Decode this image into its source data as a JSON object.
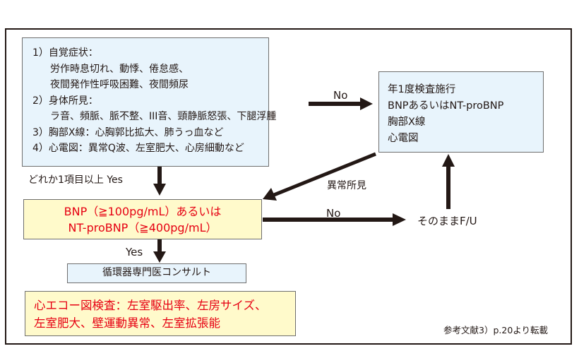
{
  "diagram": {
    "symptoms_box": {
      "lines": [
        {
          "text": "1）自覚症状：",
          "indent": false
        },
        {
          "text": "労作時息切れ、動悸、倦怠感、",
          "indent": true
        },
        {
          "text": "夜間発作性呼吸困難、夜間頻尿",
          "indent": true
        },
        {
          "text": "2）身体所見：",
          "indent": false
        },
        {
          "text": "ラ音、頻脈、脈不整、III音、頸静脈怒張、下腿浮腫",
          "indent": true
        },
        {
          "text": "3）胸部X線：心胸郭比拡大、肺うっ血など",
          "indent": false
        },
        {
          "text": "4）心電図：異常Q波、左室肥大、心房細動など",
          "indent": false
        }
      ]
    },
    "annual_box": {
      "lines": [
        "年1度検査施行",
        "BNPあるいはNT-proBNP",
        "胸部X線",
        "心電図"
      ]
    },
    "bnp_box": {
      "lines": [
        "BNP（≧100pg/mL）あるいは",
        "NT-proBNP（≧400pg/mL）"
      ]
    },
    "consult_box": {
      "text": "循環器専門医コンサルト"
    },
    "echo_box": {
      "lines": [
        "心エコー図検査：左室駆出率、左房サイズ、",
        "左室肥大、壁運動異常、左室拡張能"
      ]
    },
    "labels": {
      "no_top": "No",
      "any_item_yes": "どれか1項目以上  Yes",
      "abnormal_finding": "異常所見",
      "no_middle": "No",
      "follow_up": "そのままF/U",
      "yes_bottom": "Yes"
    },
    "reference": "参考文献3）p.20より転載",
    "colors": {
      "blue_box": "#e8f4fc",
      "yellow_box": "#fffacb",
      "red_text": "#e60012",
      "arrow": "#231815",
      "box_border": "#6e6e6e"
    }
  }
}
